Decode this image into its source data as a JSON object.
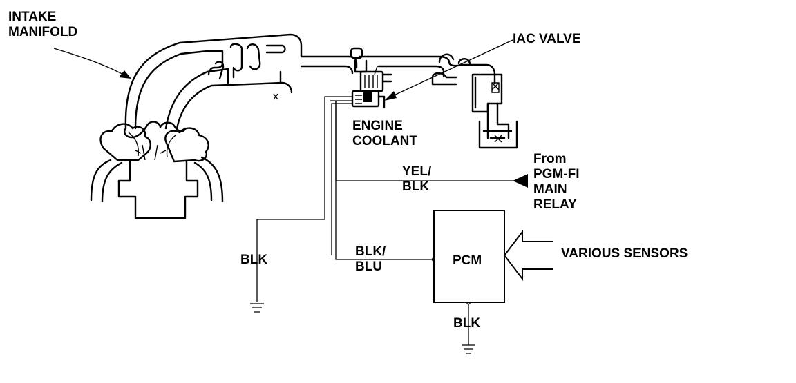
{
  "labels": {
    "intake_manifold": [
      "INTAKE",
      "MANIFOLD"
    ],
    "iac_valve": "IAC VALVE",
    "engine_coolant": [
      "ENGINE",
      "COOLANT"
    ],
    "yel_blk": [
      "YEL/",
      "BLK"
    ],
    "from_relay": [
      "From",
      "PGM-FI",
      "MAIN",
      "RELAY"
    ],
    "blk_left": "BLK",
    "blk_blu": [
      "BLK/",
      "BLU"
    ],
    "pcm": "PCM",
    "various_sensors": "VARIOUS SENSORS",
    "blk_bottom": "BLK"
  }
}
